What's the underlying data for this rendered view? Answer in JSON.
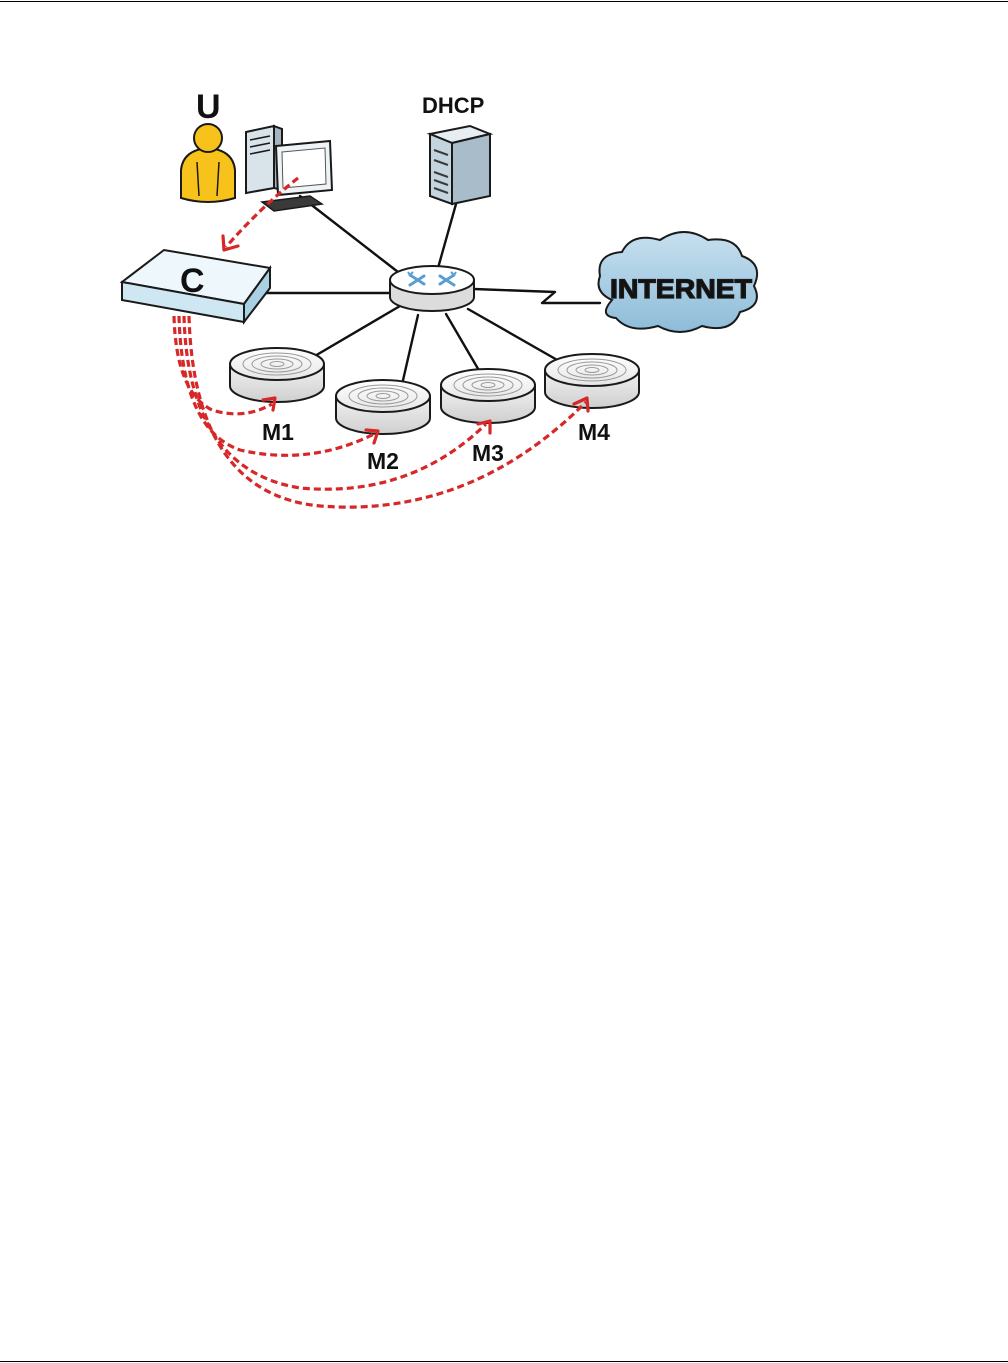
{
  "labels": {
    "user": "U",
    "dhcp": "DHCP",
    "controller": "C",
    "internet": "INTERNET",
    "ap1": "M1",
    "ap2": "M2",
    "ap3": "M3",
    "ap4": "M4"
  },
  "colors": {
    "flow": "#d62828",
    "user": "#f7c21a",
    "controller_top": "#eef7fb",
    "controller_side": "#bfe0ee",
    "cloud": "#a9cde4",
    "switch_arrows": "#5a9fd0"
  },
  "icons": [
    "user-icon",
    "desktop-computer-icon",
    "server-icon",
    "controller-icon",
    "switch-icon",
    "cloud-icon",
    "access-point-icon"
  ]
}
